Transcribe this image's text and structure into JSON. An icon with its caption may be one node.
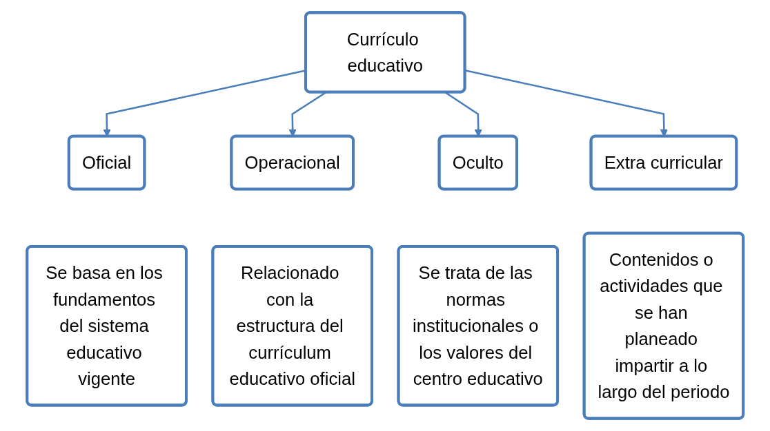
{
  "diagram": {
    "nodes": [
      {
        "text": [
          "Currículo educativo"
        ]
      },
      {
        "text": [
          "Oficial"
        ]
      },
      {
        "text": [
          "Operacional"
        ]
      },
      {
        "text": [
          "Oculto"
        ]
      },
      {
        "text": [
          "Extra curricular"
        ]
      },
      {
        "text": [
          "Se basa en los fundamentos del sistema educativo vigente"
        ]
      },
      {
        "text": [
          "Relacionado con la estructura del currículum educativo oficial"
        ]
      },
      {
        "text": [
          "Se trata de las normas institucionales o los valores del centro educativo"
        ]
      },
      {
        "text": [
          "Contenidos o actividades que se han planeado impartir a lo largo del periodo"
        ]
      }
    ],
    "edges": [
      {
        "from": 0,
        "to": 1,
        "arrow": "to"
      },
      {
        "from": 0,
        "to": 2,
        "arrow": "to"
      },
      {
        "from": 0,
        "to": 3,
        "arrow": "to"
      },
      {
        "from": 0,
        "to": 4,
        "arrow": "to"
      }
    ]
  }
}
